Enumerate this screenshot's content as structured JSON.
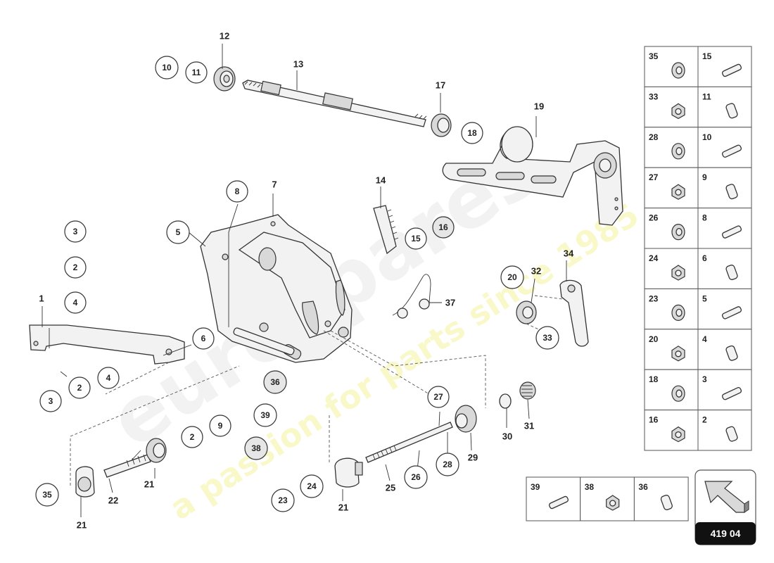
{
  "watermark": {
    "brand": "eurospares",
    "tagline": "a passion for parts since 1985"
  },
  "diagram_code": "419 04",
  "callouts": [
    "1",
    "2",
    "3",
    "4",
    "5",
    "6",
    "7",
    "8",
    "9",
    "10",
    "11",
    "12",
    "13",
    "14",
    "15",
    "16",
    "17",
    "18",
    "19",
    "20",
    "21",
    "22",
    "23",
    "24",
    "25",
    "26",
    "27",
    "28",
    "29",
    "30",
    "31",
    "32",
    "33",
    "34",
    "35",
    "36",
    "37",
    "38",
    "39"
  ],
  "legend_right": [
    [
      "35",
      "15"
    ],
    [
      "33",
      "11"
    ],
    [
      "28",
      "10"
    ],
    [
      "27",
      "9"
    ],
    [
      "26",
      "8"
    ],
    [
      "24",
      "6"
    ],
    [
      "23",
      "5"
    ],
    [
      "20",
      "4"
    ],
    [
      "18",
      "3"
    ],
    [
      "16",
      "2"
    ]
  ],
  "legend_bottom": [
    "39",
    "38",
    "36"
  ]
}
